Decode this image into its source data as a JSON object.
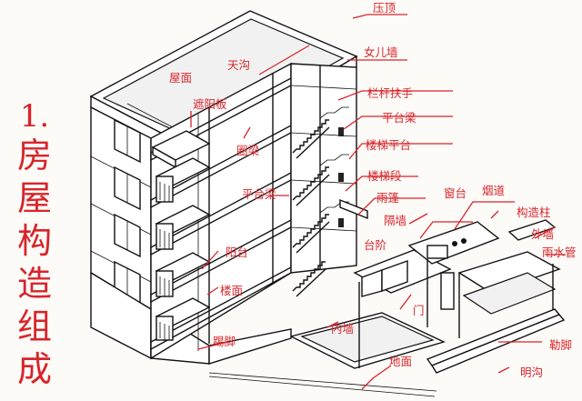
{
  "title": {
    "number": "1.",
    "chars": [
      "房",
      "屋",
      "构",
      "造",
      "组",
      "成"
    ]
  },
  "labels": {
    "yading": "压顶",
    "nverqiang": "女儿墙",
    "tiangou": "天沟",
    "wumian": "屋面",
    "zheyangban": "遮阳板",
    "langan": "栏杆扶手",
    "pingtailiang1": "平台梁",
    "quanliang": "圈梁",
    "loutipingtai": "楼梯平台",
    "loutiduan": "楼梯段",
    "pingtailiang2": "平台梁",
    "yupeng": "雨篷",
    "chuangtai": "窗台",
    "yandao": "烟道",
    "gouzaozhu": "构造柱",
    "geqiang": "隔墙",
    "waiqiang": "外墙",
    "yushuiguan": "雨水管",
    "taijie": "台阶",
    "yangtai": "阳台",
    "loumian": "楼面",
    "men": "门",
    "neiqiang": "内墙",
    "tijiao": "踢脚",
    "lejiao": "勒脚",
    "dimian": "地面",
    "minggou": "明沟"
  },
  "colors": {
    "title": "#d8242a",
    "label": "#d8242a",
    "line": "#111111"
  }
}
